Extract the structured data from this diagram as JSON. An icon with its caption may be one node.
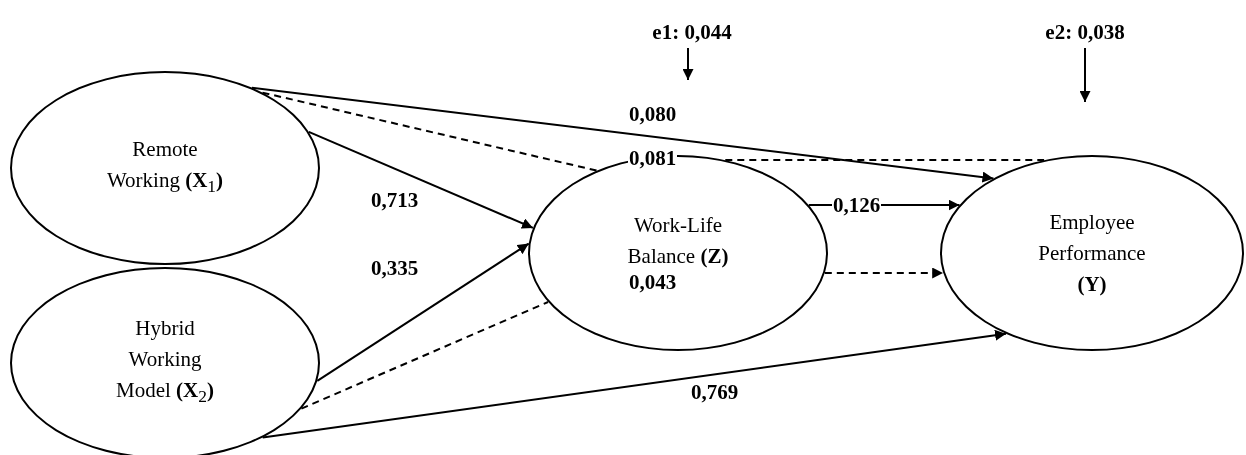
{
  "diagram": {
    "nodes": [
      {
        "text": [
          "Remote Working **(X**$_{1}$**)**"
        ]
      },
      {
        "text": [
          "Hybrid Working Model **(X**$_{2}$**)**"
        ]
      },
      {
        "text": [
          "Work-Life Balance **(Z)**"
        ]
      },
      {
        "text": [
          "Employee Performance **(Y)**"
        ]
      },
      {
        "text": [
          "e1: 0,044"
        ]
      },
      {
        "text": [
          "e2: 0,038"
        ]
      }
    ],
    "edges": [
      {
        "from": 0,
        "to": 2,
        "arrow": "to",
        "label": "0,713"
      },
      {
        "from": 1,
        "to": 2,
        "arrow": "to",
        "label": "0,335"
      },
      {
        "from": 2,
        "to": 3,
        "arrow": "to",
        "label": "0,126"
      },
      {
        "from": 0,
        "to": 3,
        "arrow": "to"
      },
      {
        "from": 1,
        "to": 3,
        "arrow": "to"
      },
      {
        "from": 0,
        "to": 2,
        "arrow": "none",
        "style": "dashed"
      },
      {
        "from": 2,
        "to": 3,
        "arrow": "none",
        "style": "dashed"
      },
      {
        "from": 1,
        "to": 2,
        "arrow": "none",
        "style": "dashed"
      },
      {
        "from": 2,
        "to": 3,
        "arrow": "to",
        "style": "dashed"
      },
      {
        "from": 4,
        "to": null,
        "arrow": "to"
      },
      {
        "from": 5,
        "to": null,
        "arrow": "to"
      }
    ],
    "labels": [
      "0,080",
      "0,081",
      "0,043",
      "0,769"
    ]
  }
}
